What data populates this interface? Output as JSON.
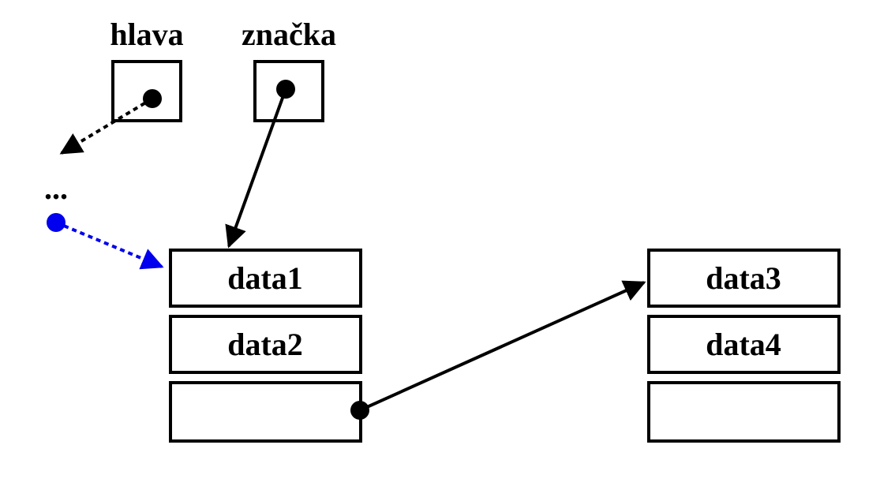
{
  "variables": {
    "head_label": "hlava",
    "mark_label": "značka"
  },
  "ellipsis": "...",
  "node1": {
    "cells": [
      "data1",
      "data2",
      ""
    ]
  },
  "node2": {
    "cells": [
      "data3",
      "data4",
      ""
    ]
  },
  "colors": {
    "ink": "#000000",
    "highlight": "#0000ee"
  },
  "connectors": {
    "head_pointer": "dotted",
    "previous_pointer": "dotted",
    "mark_pointer": "solid",
    "next_pointer": "solid"
  }
}
